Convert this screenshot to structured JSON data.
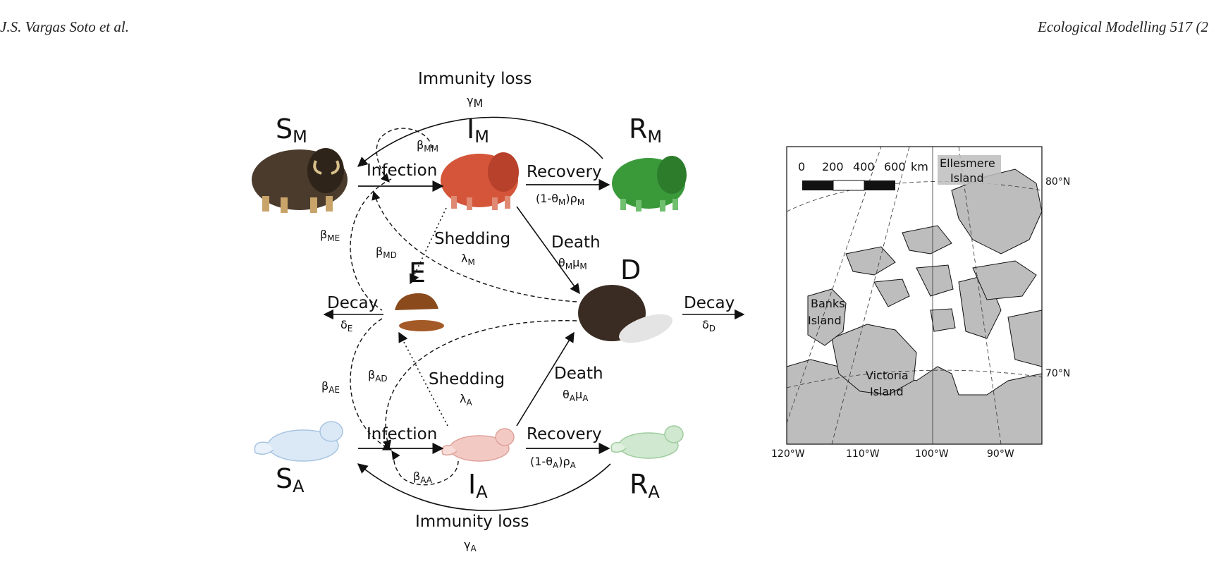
{
  "header": {
    "authors": "J.S. Vargas Soto et al.",
    "journal": "Ecological Modelling 517 (2"
  },
  "diagram": {
    "immunity_loss_top": "Immunity loss",
    "gamma_m": "γ",
    "gamma_m_sub": "M",
    "immunity_loss_bottom": "Immunity loss",
    "gamma_a": "γ",
    "gamma_a_sub": "A",
    "s_m": "S",
    "s_m_sub": "M",
    "i_m": "I",
    "i_m_sub": "M",
    "r_m": "R",
    "r_m_sub": "M",
    "s_a": "S",
    "s_a_sub": "A",
    "i_a": "I",
    "i_a_sub": "A",
    "r_a": "R",
    "r_a_sub": "A",
    "e": "E",
    "d": "D",
    "infection_top": "Infection",
    "infection_bottom": "Infection",
    "recovery_top": "Recovery",
    "recovery_bottom": "Recovery",
    "rho_m_a": "(1-θ",
    "rho_m_b": "M",
    "rho_m_c": ")ρ",
    "rho_m_d": "M",
    "rho_a_a": "(1-θ",
    "rho_a_b": "A",
    "rho_a_c": ")ρ",
    "rho_a_d": "A",
    "shedding_top": "Shedding",
    "lambda_m": "λ",
    "lambda_m_sub": "M",
    "shedding_bottom": "Shedding",
    "lambda_a": "λ",
    "lambda_a_sub": "A",
    "death_top": "Death",
    "death_m_a": "θ",
    "death_m_b": "M",
    "death_m_c": "μ",
    "death_m_d": "M",
    "death_bottom": "Death",
    "death_a_a": "θ",
    "death_a_b": "A",
    "death_a_c": "μ",
    "death_a_d": "A",
    "decay_left": "Decay",
    "delta_e": "δ",
    "delta_e_sub": "E",
    "decay_right": "Decay",
    "delta_d": "δ",
    "delta_d_sub": "D",
    "beta_mm": "β",
    "beta_mm_sub": "MM",
    "beta_me": "β",
    "beta_me_sub": "ME",
    "beta_md": "β",
    "beta_md_sub": "MD",
    "beta_ae": "β",
    "beta_ae_sub": "AE",
    "beta_ad": "β",
    "beta_ad_sub": "AD",
    "beta_aa": "β",
    "beta_aa_sub": "AA"
  },
  "map": {
    "scale_0": "0",
    "scale_200": "200",
    "scale_400": "400",
    "scale_600": "600",
    "scale_unit": "km",
    "ellesmere_1": "Ellesmere",
    "ellesmere_2": "Island",
    "banks_1": "Banks",
    "banks_2": "Island",
    "victoria_1": "Victoria",
    "victoria_2": "Island",
    "lat_80": "80°N",
    "lat_70": "70°N",
    "lon_120": "120°W",
    "lon_110": "110°W",
    "lon_100": "100°W",
    "lon_90": "90°W"
  },
  "colors": {
    "muskox_susceptible": "#4a3b2c",
    "muskox_infected": "#d4553a",
    "muskox_recovered": "#3a9a3a",
    "fox_susceptible": "#dbe9f7",
    "fox_infected": "#f3c9c4",
    "fox_recovered": "#cfe8cf",
    "environment": "#8b4a1c",
    "land": "#bdbdbd"
  }
}
